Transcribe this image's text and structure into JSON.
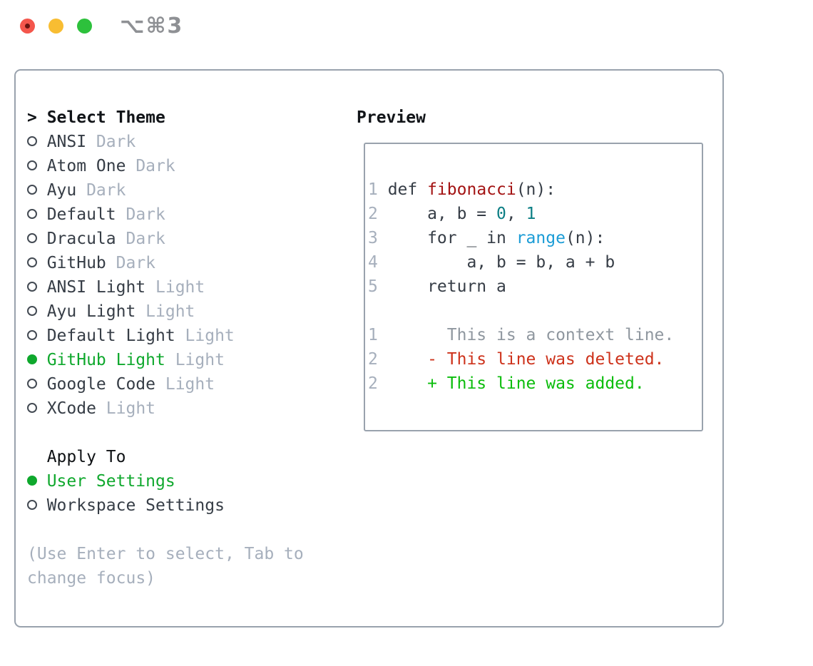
{
  "window": {
    "title": "⌥⌘3"
  },
  "left": {
    "prompt": ">",
    "header": "Select Theme",
    "themes": [
      {
        "name": "ANSI",
        "variant": "Dark",
        "selected": false
      },
      {
        "name": "Atom One",
        "variant": "Dark",
        "selected": false
      },
      {
        "name": "Ayu",
        "variant": "Dark",
        "selected": false
      },
      {
        "name": "Default",
        "variant": "Dark",
        "selected": false
      },
      {
        "name": "Dracula",
        "variant": "Dark",
        "selected": false
      },
      {
        "name": "GitHub",
        "variant": "Dark",
        "selected": false
      },
      {
        "name": "ANSI Light",
        "variant": "Light",
        "selected": false
      },
      {
        "name": "Ayu Light",
        "variant": "Light",
        "selected": false
      },
      {
        "name": "Default Light",
        "variant": "Light",
        "selected": false
      },
      {
        "name": "GitHub Light",
        "variant": "Light",
        "selected": true
      },
      {
        "name": "Google Code",
        "variant": "Light",
        "selected": false
      },
      {
        "name": "XCode",
        "variant": "Light",
        "selected": false
      }
    ],
    "apply_to": {
      "header": "Apply To",
      "options": [
        {
          "name": "User Settings",
          "selected": true
        },
        {
          "name": "Workspace Settings",
          "selected": false
        }
      ]
    },
    "hint": "(Use Enter to select, Tab to change focus)"
  },
  "preview": {
    "header": "Preview",
    "lines": [
      {
        "num": "1",
        "segments": [
          {
            "text": "def ",
            "style": "keyword"
          },
          {
            "text": "fibonacci",
            "style": "function"
          },
          {
            "text": "(n):",
            "style": "plain"
          }
        ]
      },
      {
        "num": "2",
        "segments": [
          {
            "text": "    a, b = ",
            "style": "plain"
          },
          {
            "text": "0",
            "style": "number"
          },
          {
            "text": ", ",
            "style": "plain"
          },
          {
            "text": "1",
            "style": "number"
          }
        ]
      },
      {
        "num": "3",
        "segments": [
          {
            "text": "    for _ in ",
            "style": "plain"
          },
          {
            "text": "range",
            "style": "builtin"
          },
          {
            "text": "(n):",
            "style": "plain"
          }
        ]
      },
      {
        "num": "4",
        "segments": [
          {
            "text": "        a, b = b, a + b",
            "style": "plain"
          }
        ]
      },
      {
        "num": "5",
        "segments": [
          {
            "text": "    return a",
            "style": "plain"
          }
        ]
      },
      {
        "num": "",
        "segments": []
      },
      {
        "num": "1",
        "segments": [
          {
            "text": "      This is a context line.",
            "style": "context"
          }
        ]
      },
      {
        "num": "2",
        "segments": [
          {
            "text": "    - This line was deleted.",
            "style": "deletion"
          }
        ]
      },
      {
        "num": "2",
        "segments": [
          {
            "text": "    + This line was added.",
            "style": "addition"
          }
        ]
      }
    ]
  },
  "colors": {
    "panel_border": "#99a2ad",
    "text_dark": "#363d46",
    "text_black": "#111418",
    "muted_gray": "#a6afbc",
    "selection_green": "#0fa82d",
    "addition_green": "#0bbd0c",
    "deletion_red": "#cd321b",
    "function_red": "#a31313",
    "number_teal": "#0b7e84",
    "builtin_blue": "#1b9cd6",
    "context_gray": "#8f979f",
    "title_gray": "#8e9094",
    "traffic_red": "#f4564c",
    "traffic_yellow": "#f8bd32",
    "traffic_green": "#2dc13c"
  }
}
